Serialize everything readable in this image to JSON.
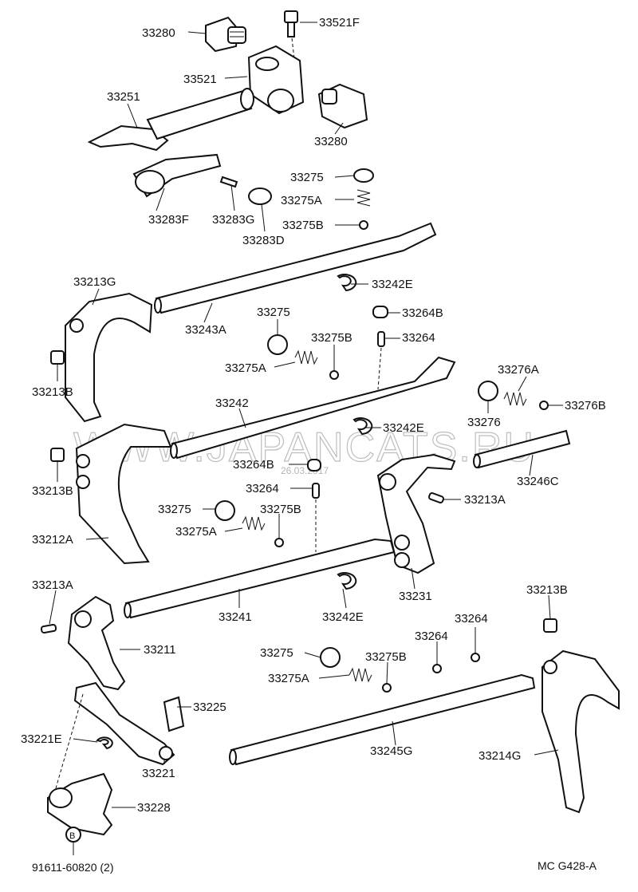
{
  "watermark": "WWW.JAPANCATS.RU",
  "date_stamp": "26.03.2017",
  "figure_code": "MC G428-A",
  "labels": {
    "p33280_top": "33280",
    "p33521F": "33521F",
    "p33521": "33521",
    "p33251": "33251",
    "p33280_bot": "33280",
    "p33275_a": "33275",
    "p33275A_a": "33275A",
    "p33283F": "33283F",
    "p33283G": "33283G",
    "p33275B_a": "33275B",
    "p33283D": "33283D",
    "p33213G": "33213G",
    "p33242E_a": "33242E",
    "p33275_b": "33275",
    "p33264B_a": "33264B",
    "p33243A": "33243A",
    "p33275B_b": "33275B",
    "p33264_a": "33264",
    "p33213B_a": "33213B",
    "p33275A_b": "33275A",
    "p33276A": "33276A",
    "p33242": "33242",
    "p33276B": "33276B",
    "p33276": "33276",
    "p33242E_b": "33242E",
    "p33213B_b": "33213B",
    "p33264B_b": "33264B",
    "p33246C": "33246C",
    "p33264_b": "33264",
    "p33213A_a": "33213A",
    "p33275_c": "33275",
    "p33275B_c": "33275B",
    "p33275A_c": "33275A",
    "p33212A": "33212A",
    "p33213A_b": "33213A",
    "p33231": "33231",
    "p33213B_c": "33213B",
    "p33241": "33241",
    "p33242E_c": "33242E",
    "p33264_c": "33264",
    "p33264_d": "33264",
    "p33211": "33211",
    "p33275_d": "33275",
    "p33275B_d": "33275B",
    "p33275A_d": "33275A",
    "p33225": "33225",
    "p33221E": "33221E",
    "p33245G": "33245G",
    "p33214G": "33214G",
    "p33221": "33221",
    "p33228": "33228",
    "p91611": "91611-60820 (2)",
    "b_mark": "B"
  }
}
